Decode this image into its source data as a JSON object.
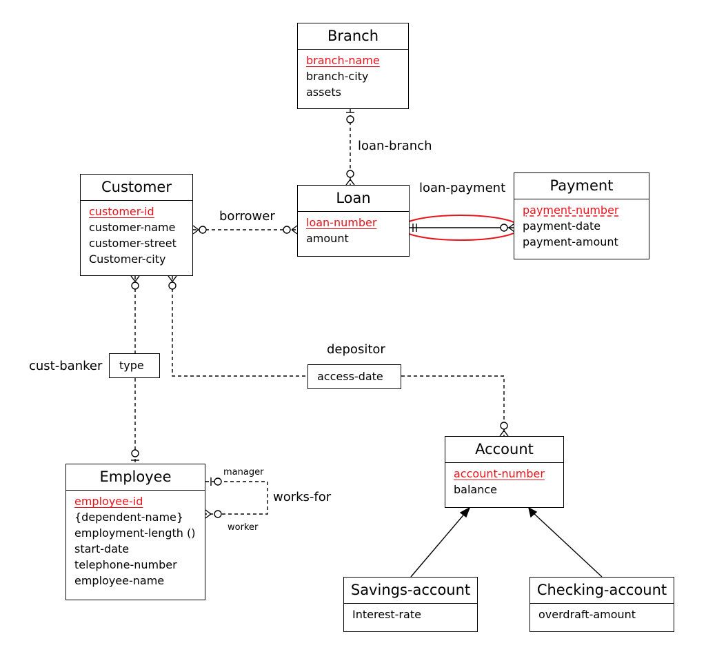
{
  "entities": {
    "branch": {
      "title": "Branch",
      "attributes": [
        "branch-name",
        "branch-city",
        "assets"
      ]
    },
    "customer": {
      "title": "Customer",
      "attributes": [
        "customer-id",
        "customer-name",
        "customer-street",
        "Customer-city"
      ]
    },
    "loan": {
      "title": "Loan",
      "attributes": [
        "loan-number",
        "amount"
      ]
    },
    "payment": {
      "title": "Payment",
      "attributes": [
        "payment-number",
        "payment-date",
        "payment-amount"
      ]
    },
    "employee": {
      "title": "Employee",
      "attributes": [
        "employee-id",
        "{dependent-name}",
        "employment-length ()",
        "start-date",
        "telephone-number",
        "employee-name"
      ]
    },
    "account": {
      "title": "Account",
      "attributes": [
        "account-number",
        "balance"
      ]
    },
    "savings": {
      "title": "Savings-account",
      "attributes": [
        "Interest-rate"
      ]
    },
    "checking": {
      "title": "Checking-account",
      "attributes": [
        "overdraft-amount"
      ]
    }
  },
  "relationships": {
    "loan_branch": "loan-branch",
    "loan_payment": "loan-payment",
    "borrower": "borrower",
    "depositor": "depositor",
    "depositor_attr": "access-date",
    "cust_banker": "cust-banker",
    "cust_banker_attr": "type",
    "works_for": "works-for",
    "manager": "manager",
    "worker": "worker"
  },
  "colors": {
    "primary_key": "#e8131a",
    "highlight": "#e8131a",
    "line": "#000000"
  }
}
